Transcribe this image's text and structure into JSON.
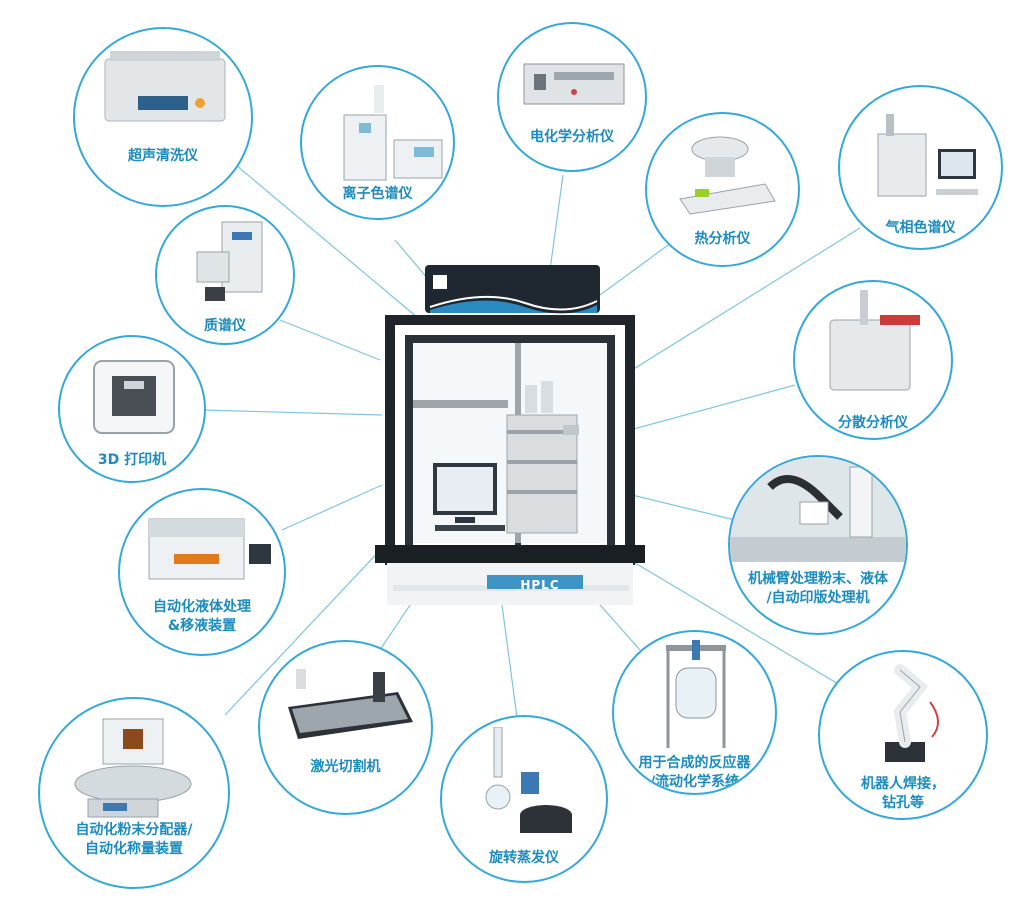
{
  "hub": {
    "label": "HPLC"
  },
  "nodes": [
    {
      "id": "ultrasonic",
      "label": "超声清洗仪",
      "icon": "ultrasonic-cleaner-icon"
    },
    {
      "id": "ion",
      "label": "离子色谱仪",
      "icon": "ion-chromatograph-icon"
    },
    {
      "id": "electro",
      "label": "电化学分析仪",
      "icon": "electrochemical-analyzer-icon"
    },
    {
      "id": "thermal",
      "label": "热分析仪",
      "icon": "thermal-analyzer-icon"
    },
    {
      "id": "gc",
      "label": "气相色谱仪",
      "icon": "gas-chromatograph-icon"
    },
    {
      "id": "ms",
      "label": "质谱仪",
      "icon": "mass-spectrometer-icon"
    },
    {
      "id": "disperse",
      "label": "分散分析仪",
      "icon": "dispersion-analyzer-icon"
    },
    {
      "id": "printer3d",
      "label": "3D 打印机",
      "icon": "3d-printer-icon"
    },
    {
      "id": "robotarm",
      "label": "机械臂处理粉末、液体\n/自动印版处理机",
      "icon": "robot-arm-workcell-icon"
    },
    {
      "id": "liquid",
      "label": "自动化液体处理\n&移液装置",
      "icon": "liquid-handler-icon"
    },
    {
      "id": "laser",
      "label": "激光切割机",
      "icon": "laser-cutter-icon"
    },
    {
      "id": "reactor",
      "label": "用于合成的反应器\n/流动化学系统",
      "icon": "glass-reactor-icon"
    },
    {
      "id": "welding",
      "label": "机器人焊接，\n钻孔等",
      "icon": "welding-robot-icon"
    },
    {
      "id": "powder",
      "label": "自动化粉末分配器/\n自动化称量装置",
      "icon": "powder-dispenser-icon"
    },
    {
      "id": "rotavap",
      "label": "旋转蒸发仪",
      "icon": "rotary-evaporator-icon"
    }
  ]
}
